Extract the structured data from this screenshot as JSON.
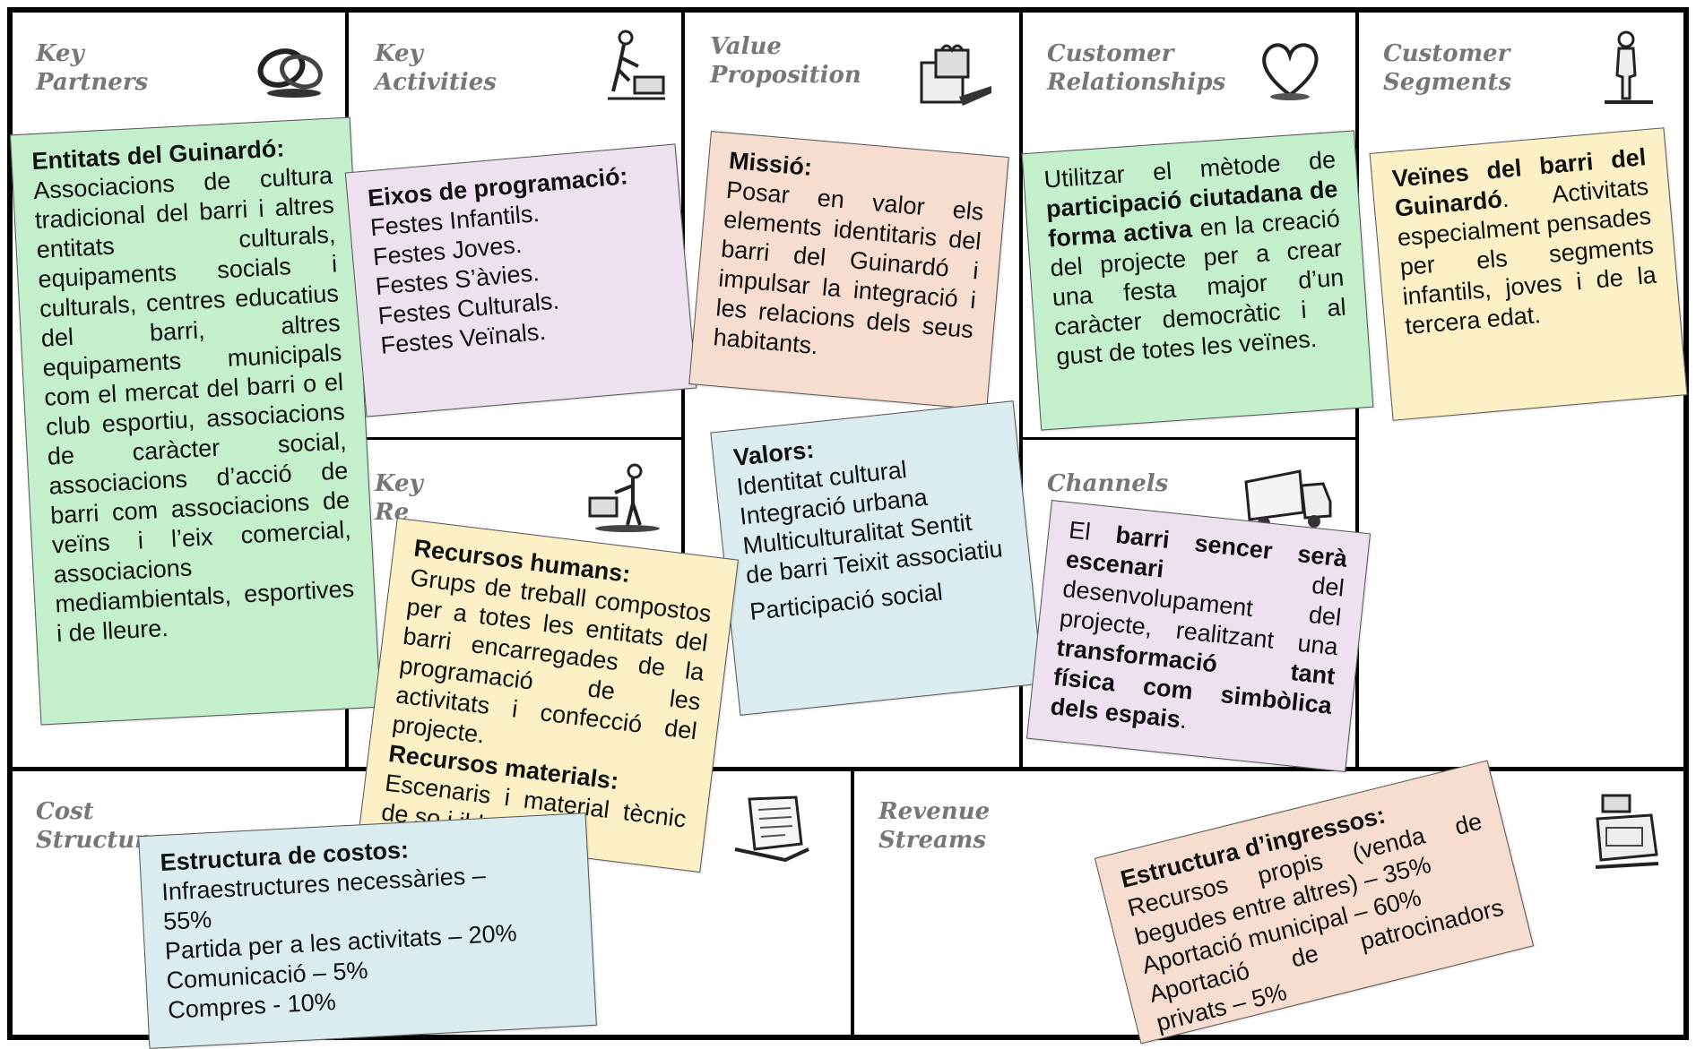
{
  "headers": {
    "key_partners": "Key\nPartners",
    "key_activities": "Key\nActivities",
    "value_proposition": "Value\nProposition",
    "customer_relationships": "Customer\nRelationships",
    "customer_segments": "Customer\nSegments",
    "key_resources": "Key\nRe",
    "channels": "Channels",
    "cost_structure": "Cost\nStructure",
    "revenue_streams": "Revenue\nStreams"
  },
  "icons": [
    "rings-icon",
    "worker-icon",
    "gift-icon",
    "heart-icon",
    "person-icon",
    "worker-cart-icon",
    "truck-icon",
    "receipt-icon",
    "cash-register-icon"
  ],
  "notes": {
    "key_partners": {
      "title": "Entitats del Guinardó:",
      "text": "Associacions de cultura tradicional del barri i altres entitats culturals, equipaments socials i culturals, centres educatius del barri, altres equipaments municipals com el mercat del barri o el club esportiu, associacions de caràcter social, associacions d’acció de barri com associacions de veïns i l’eix comercial, associacions mediambientals, esportives i de lleure."
    },
    "key_activities": {
      "title": "Eixos de programació:",
      "items": [
        "Festes Infantils.",
        "Festes Joves.",
        "Festes S’àvies.",
        "Festes Culturals.",
        "Festes Veïnals."
      ]
    },
    "mission": {
      "title": "Missió:",
      "text": "Posar en valor els elements identitaris del barri del Guinardó i impulsar la integració i les relacions dels seus habitants."
    },
    "values": {
      "title": "Valors:",
      "lines": [
        "Identitat cultural",
        "Integració urbana",
        "Multiculturalitat Sentit de barri    Teixit associatiu",
        "Participació social"
      ]
    },
    "customer_relationships": {
      "t1": "Utilitzar el mètode de ",
      "b1": "participació ciutadana de forma activa",
      "t2": " en la creació del projecte per a crear una festa major d’un caràcter democràtic i al gust de totes les veïnes."
    },
    "customer_segments": {
      "b1": "Veïnes del barri del Guinardó",
      "t1": ". Activitats especialment pensades per els segments infantils, joves i de la tercera edat."
    },
    "key_resources": {
      "title1": "Recursos humans:",
      "text1": "Grups de treball compostos per a totes les entitats del barri encarregades de la programació de les activitats i confecció del projecte.",
      "title2": "Recursos materials:",
      "text2": "Escenaris i material tècnic de so i il·luminació."
    },
    "channels": {
      "t1": "El ",
      "b1": "barri sencer serà escenari",
      "t2": " del desenvolupament del projecte, realitzant una ",
      "b2": "transformació tant física com simbòlica dels espais",
      "t3": "."
    },
    "costs": {
      "title": "Estructura de costos:",
      "lines": [
        "Infraestructures necessàries – 55%",
        "Partida per a les activitats – 20%",
        "Comunicació – 5%",
        "Compres  - 10%"
      ]
    },
    "revenue": {
      "title": "Estructura d’ingressos:",
      "lines": [
        "Recursos propis (venda de begudes entre altres) – 35%",
        "Aportació municipal – 60%",
        "Aportació de patrocinadors privats – 5%"
      ]
    }
  },
  "colors": {
    "green": "#c4efcd",
    "purple": "#ede1f0",
    "peach": "#f6ddd0",
    "blue": "#daecef",
    "yellow": "#fcf0c6",
    "header": "#777777"
  }
}
